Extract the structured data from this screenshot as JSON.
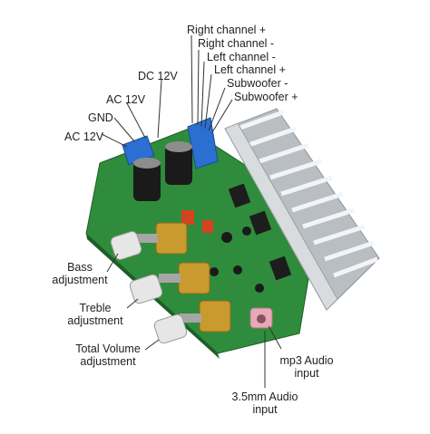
{
  "labels": {
    "right_channel_plus": "Right channel +",
    "right_channel_minus": "Right channel -",
    "left_channel_minus": "Left channel -",
    "left_channel_plus": "Left channel +",
    "subwoofer_minus": "Subwoofer -",
    "subwoofer_plus": "Subwoofer +",
    "dc_12v": "DC 12V",
    "ac_12v_top": "AC 12V",
    "gnd": "GND",
    "ac_12v_bottom": "AC 12V",
    "bass_line1": "Bass",
    "bass_line2": "adjustment",
    "treble_line1": "Treble",
    "treble_line2": "adjustment",
    "volume_line1": "Total Volume",
    "volume_line2": "adjustment",
    "mp3_line1": "mp3 Audio",
    "mp3_line2": "input",
    "jack_line1": "3.5mm Audio",
    "jack_line2": "input"
  },
  "colors": {
    "pcb": "#2f8c3c",
    "pcb_dark": "#236b2d",
    "heatsink": "#c9cdd1",
    "terminal": "#2a6fd1",
    "leader": "#333333"
  }
}
